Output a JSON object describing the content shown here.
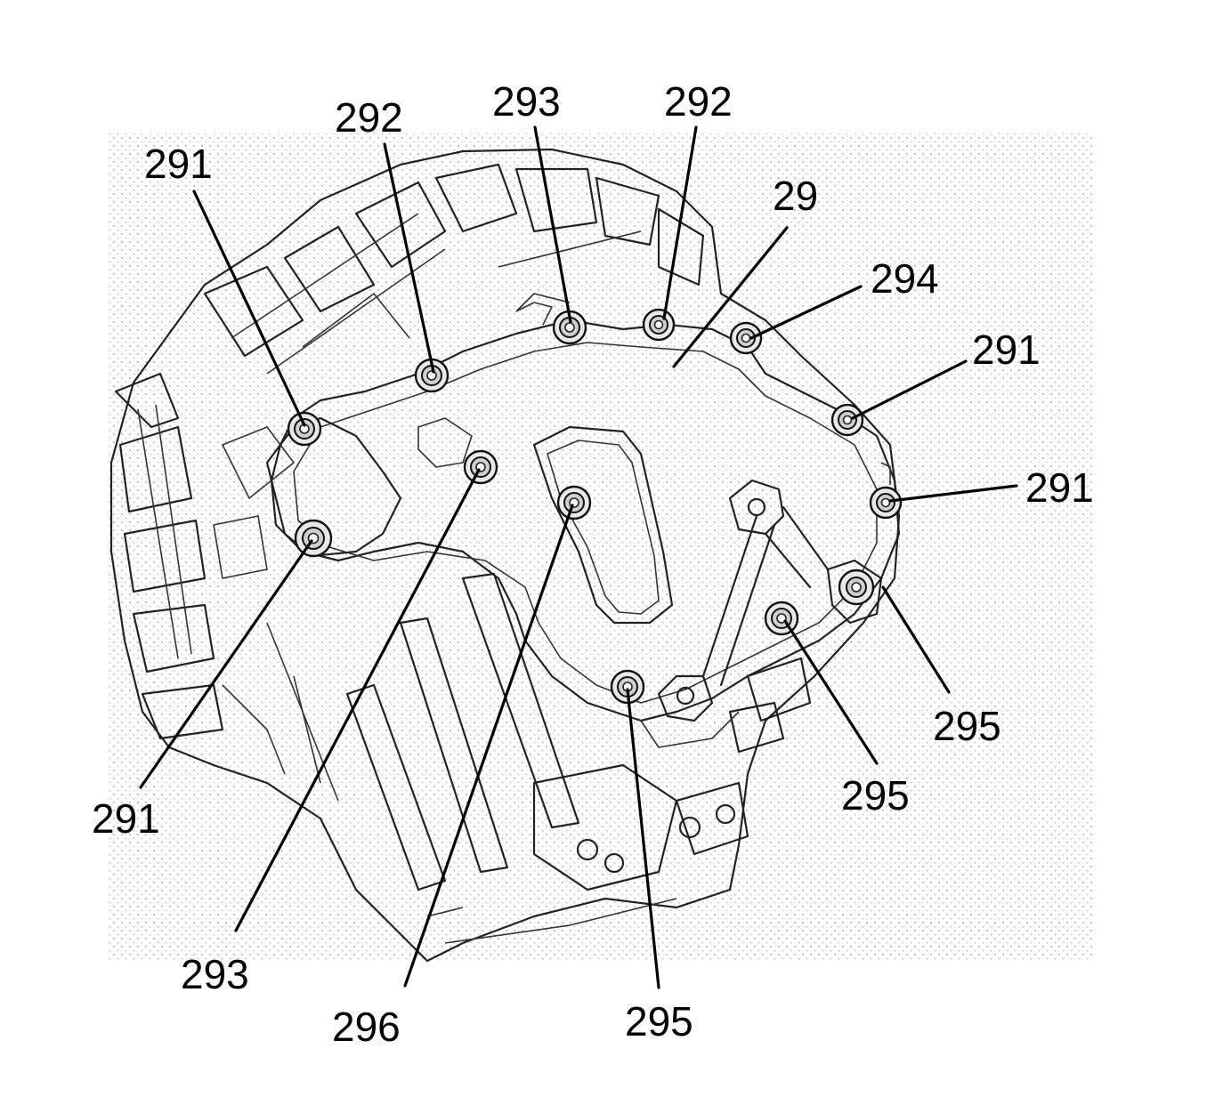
{
  "figure": {
    "callouts": [
      {
        "id": "c-29",
        "text": "29"
      },
      {
        "id": "c-291-tl",
        "text": "291"
      },
      {
        "id": "c-291-bl",
        "text": "291"
      },
      {
        "id": "c-291-r1",
        "text": "291"
      },
      {
        "id": "c-291-r2",
        "text": "291"
      },
      {
        "id": "c-292-l",
        "text": "292"
      },
      {
        "id": "c-292-r",
        "text": "292"
      },
      {
        "id": "c-293-t",
        "text": "293"
      },
      {
        "id": "c-293-b",
        "text": "293"
      },
      {
        "id": "c-294",
        "text": "294"
      },
      {
        "id": "c-295-b",
        "text": "295"
      },
      {
        "id": "c-295-m",
        "text": "295"
      },
      {
        "id": "c-295-r",
        "text": "295"
      },
      {
        "id": "c-296",
        "text": "296"
      }
    ]
  }
}
